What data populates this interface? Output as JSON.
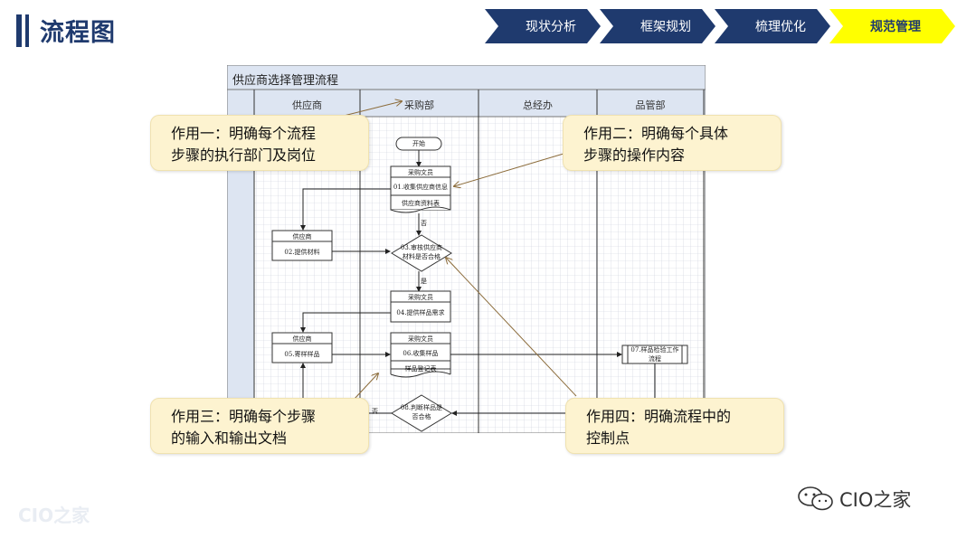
{
  "page": {
    "title": "流程图"
  },
  "nav": {
    "steps": [
      {
        "label": "现状分析",
        "active": false
      },
      {
        "label": "框架规划",
        "active": false
      },
      {
        "label": "梳理优化",
        "active": false
      },
      {
        "label": "规范管理",
        "active": true
      }
    ],
    "colors": {
      "inactive": "#1f3a6e",
      "active": "#ffff00"
    }
  },
  "flowchart": {
    "title": "供应商选择管理流程",
    "lanes": [
      "供应商",
      "采购部",
      "总经办",
      "品管部"
    ],
    "nodes": {
      "start": "开始",
      "n01_top": "采购文员",
      "n01": "01.收集供应商信息",
      "n01_doc": "供应商资料表",
      "n02_top": "供应商",
      "n02": "02.提供材料",
      "n03": "03.审核供应商",
      "n03b": "材料是否合格",
      "n04_top": "采购文员",
      "n04": "04.提供样品需求",
      "n05_top": "供应商",
      "n05": "05.寄样样品",
      "n06_top": "采购文员",
      "n06": "06.收集样品",
      "n06_doc": "样品登记表",
      "n07": "07.样品检验工作",
      "n07b": "流程",
      "n08": "08.判断样品是",
      "n08b": "否合格",
      "no1": "否",
      "yes1": "是",
      "no2": "否"
    }
  },
  "callouts": {
    "c1": {
      "line1": "作用一：明确每个流程",
      "line2": "步骤的执行部门及岗位"
    },
    "c2": {
      "line1": "作用二：明确每个具体",
      "line2": "步骤的操作内容"
    },
    "c3": {
      "line1": "作用三：明确每个步骤",
      "line2": "的输入和输出文档"
    },
    "c4": {
      "line1": "作用四：明确流程中的",
      "line2": "控制点"
    }
  },
  "branding": {
    "watermark": "CIO之家",
    "logo": "CIO之家",
    "logo_icon": "wechat-icon"
  }
}
